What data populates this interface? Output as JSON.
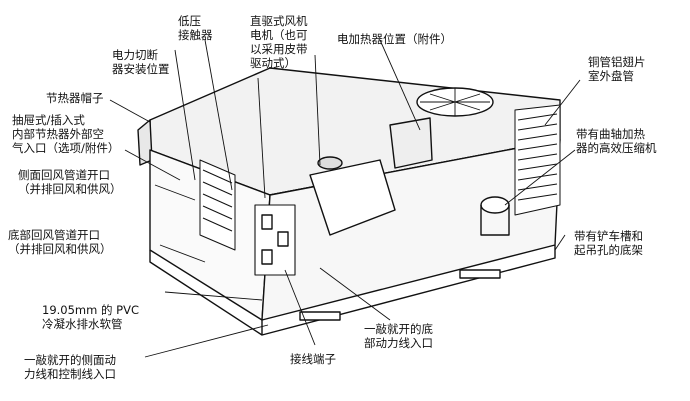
{
  "labels": {
    "low_pressure_contactor": "低压\n接触器",
    "direct_drive_fan": "直驱式风机\n电机（也可\n以采用皮带\n驱动式）",
    "heater_position": "电加热器位置（附件）",
    "cutoff_position": "电力切断\n器安装位置",
    "copper_tube_fins": "铜管铝翅片\n室外盘管",
    "economizer_hood": "节热器帽子",
    "drawer_economizer": "抽屉式/插入式\n内部节热器外部空\n气入口（选项/附件）",
    "crank_compressor": "带有曲轴加热\n器的高效压缩机",
    "side_return_duct": "侧面回风管道开口\n（并排回风和供风）",
    "bottom_return_duct": "底部回风管道开口\n（并排回风和供风）",
    "forklift_base": "带有铲车槽和\n起吊孔的底架",
    "pvc_drain": "19.05mm 的 PVC\n冷凝水排水软管",
    "bottom_power_inlet": "一敲就开的底\n部动力线入口",
    "side_power_inlet": "一敲就开的侧面动\n力线和控制线入口",
    "terminal_block": "接线端子"
  }
}
